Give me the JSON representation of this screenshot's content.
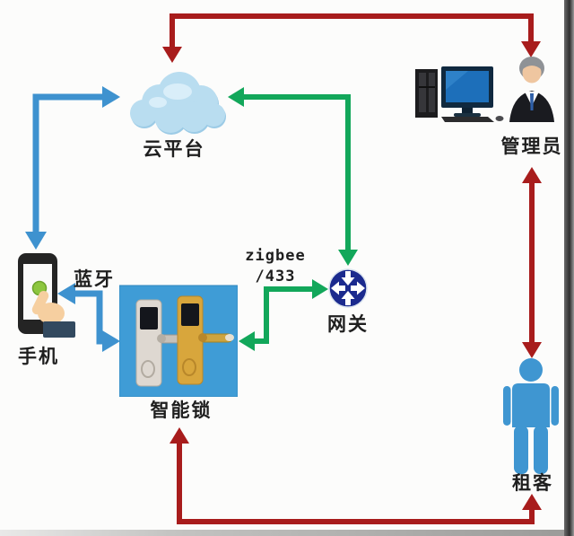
{
  "colors": {
    "red": "#a81c1c",
    "green": "#12a75a",
    "blue": "#3e92cf",
    "cloud_fill": "#b9ddf0",
    "cloud_shade": "#9ccbe6",
    "gateway_navy": "#1b2a8e",
    "person_blue": "#3f96d1",
    "lock_bg": "#3f9cd6",
    "label_text": "#1f1f1f"
  },
  "nodes": {
    "cloud": {
      "label": "云平台"
    },
    "admin": {
      "label": "管理员"
    },
    "phone": {
      "label": "手机"
    },
    "smart_lock": {
      "label": "智能锁"
    },
    "gateway": {
      "label": "网关"
    },
    "tenant": {
      "label": "租客"
    }
  },
  "edge_labels": {
    "bluetooth": "蓝牙",
    "zigbee_line1": "zigbee",
    "zigbee_line2": "/433"
  },
  "connections": [
    {
      "from": "手机",
      "to": "云平台",
      "color": "blue",
      "arrows": "both"
    },
    {
      "from": "手机",
      "to": "智能锁",
      "color": "blue",
      "arrows": "both",
      "label": "蓝牙"
    },
    {
      "from": "智能锁",
      "to": "网关",
      "color": "green",
      "arrows": "both",
      "label": "zigbee/433"
    },
    {
      "from": "网关",
      "to": "云平台",
      "color": "green",
      "arrows": "both"
    },
    {
      "from": "云平台",
      "to": "管理员",
      "color": "red",
      "arrows": "both"
    },
    {
      "from": "管理员",
      "to": "租客",
      "color": "red",
      "arrows": "both"
    },
    {
      "from": "租客",
      "to": "智能锁",
      "color": "red",
      "arrows": "both"
    }
  ]
}
